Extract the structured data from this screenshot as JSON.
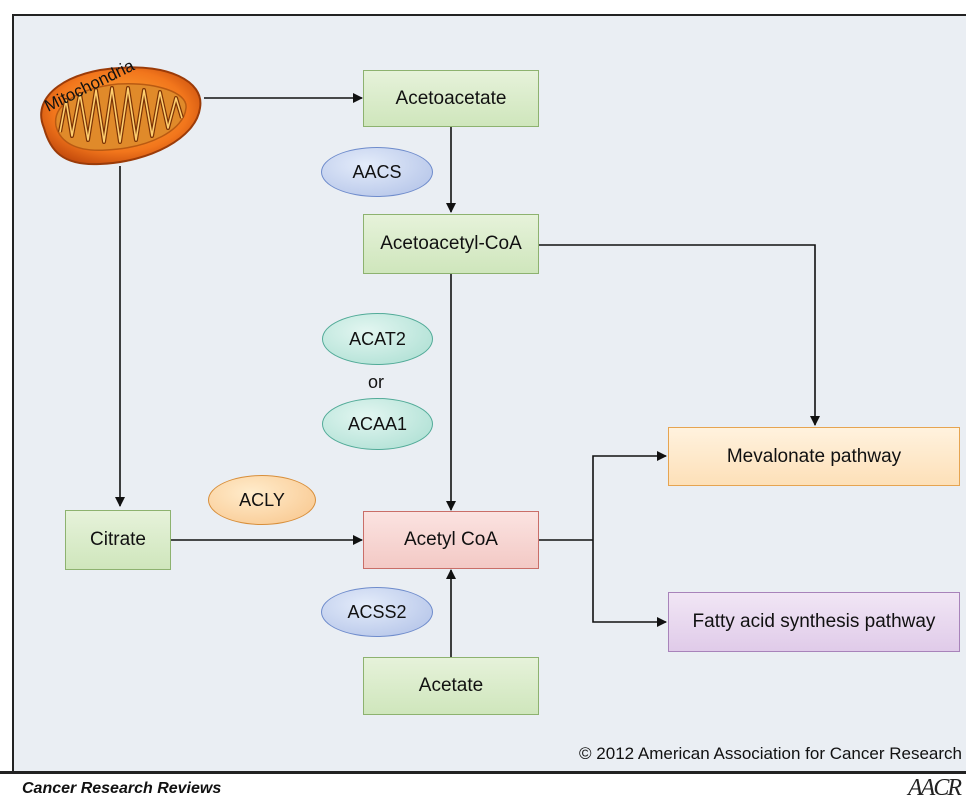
{
  "organelle": {
    "label": "Mitochondria",
    "icon": "mitochondria-icon"
  },
  "metabolites": {
    "acetoacetate": "Acetoacetate",
    "acetoacetyl_coa": "Acetoacetyl-CoA",
    "citrate": "Citrate",
    "acetyl_coa": "Acetyl CoA",
    "acetate": "Acetate"
  },
  "pathways": {
    "mevalonate": "Mevalonate pathway",
    "fatty_acid": "Fatty acid synthesis pathway"
  },
  "enzymes": {
    "aacs": "AACS",
    "acat2": "ACAT2",
    "or": "or",
    "acaa1": "ACAA1",
    "acly": "ACLY",
    "acss2": "ACSS2"
  },
  "footer": {
    "copyright": "© 2012 American Association for Cancer Research",
    "journal": "Cancer Research Reviews",
    "logo": "AACR"
  },
  "colors": {
    "metabolite": "#d6e9c6",
    "acetyl_coa": "#f6d3d0",
    "mevalonate": "#fde3c0",
    "fatty_acid": "#e4d2ec",
    "enzyme_blue": "#b9c9ea",
    "enzyme_teal": "#b3e2d6",
    "enzyme_orange": "#fbc98f",
    "background": "#eaeef3"
  }
}
